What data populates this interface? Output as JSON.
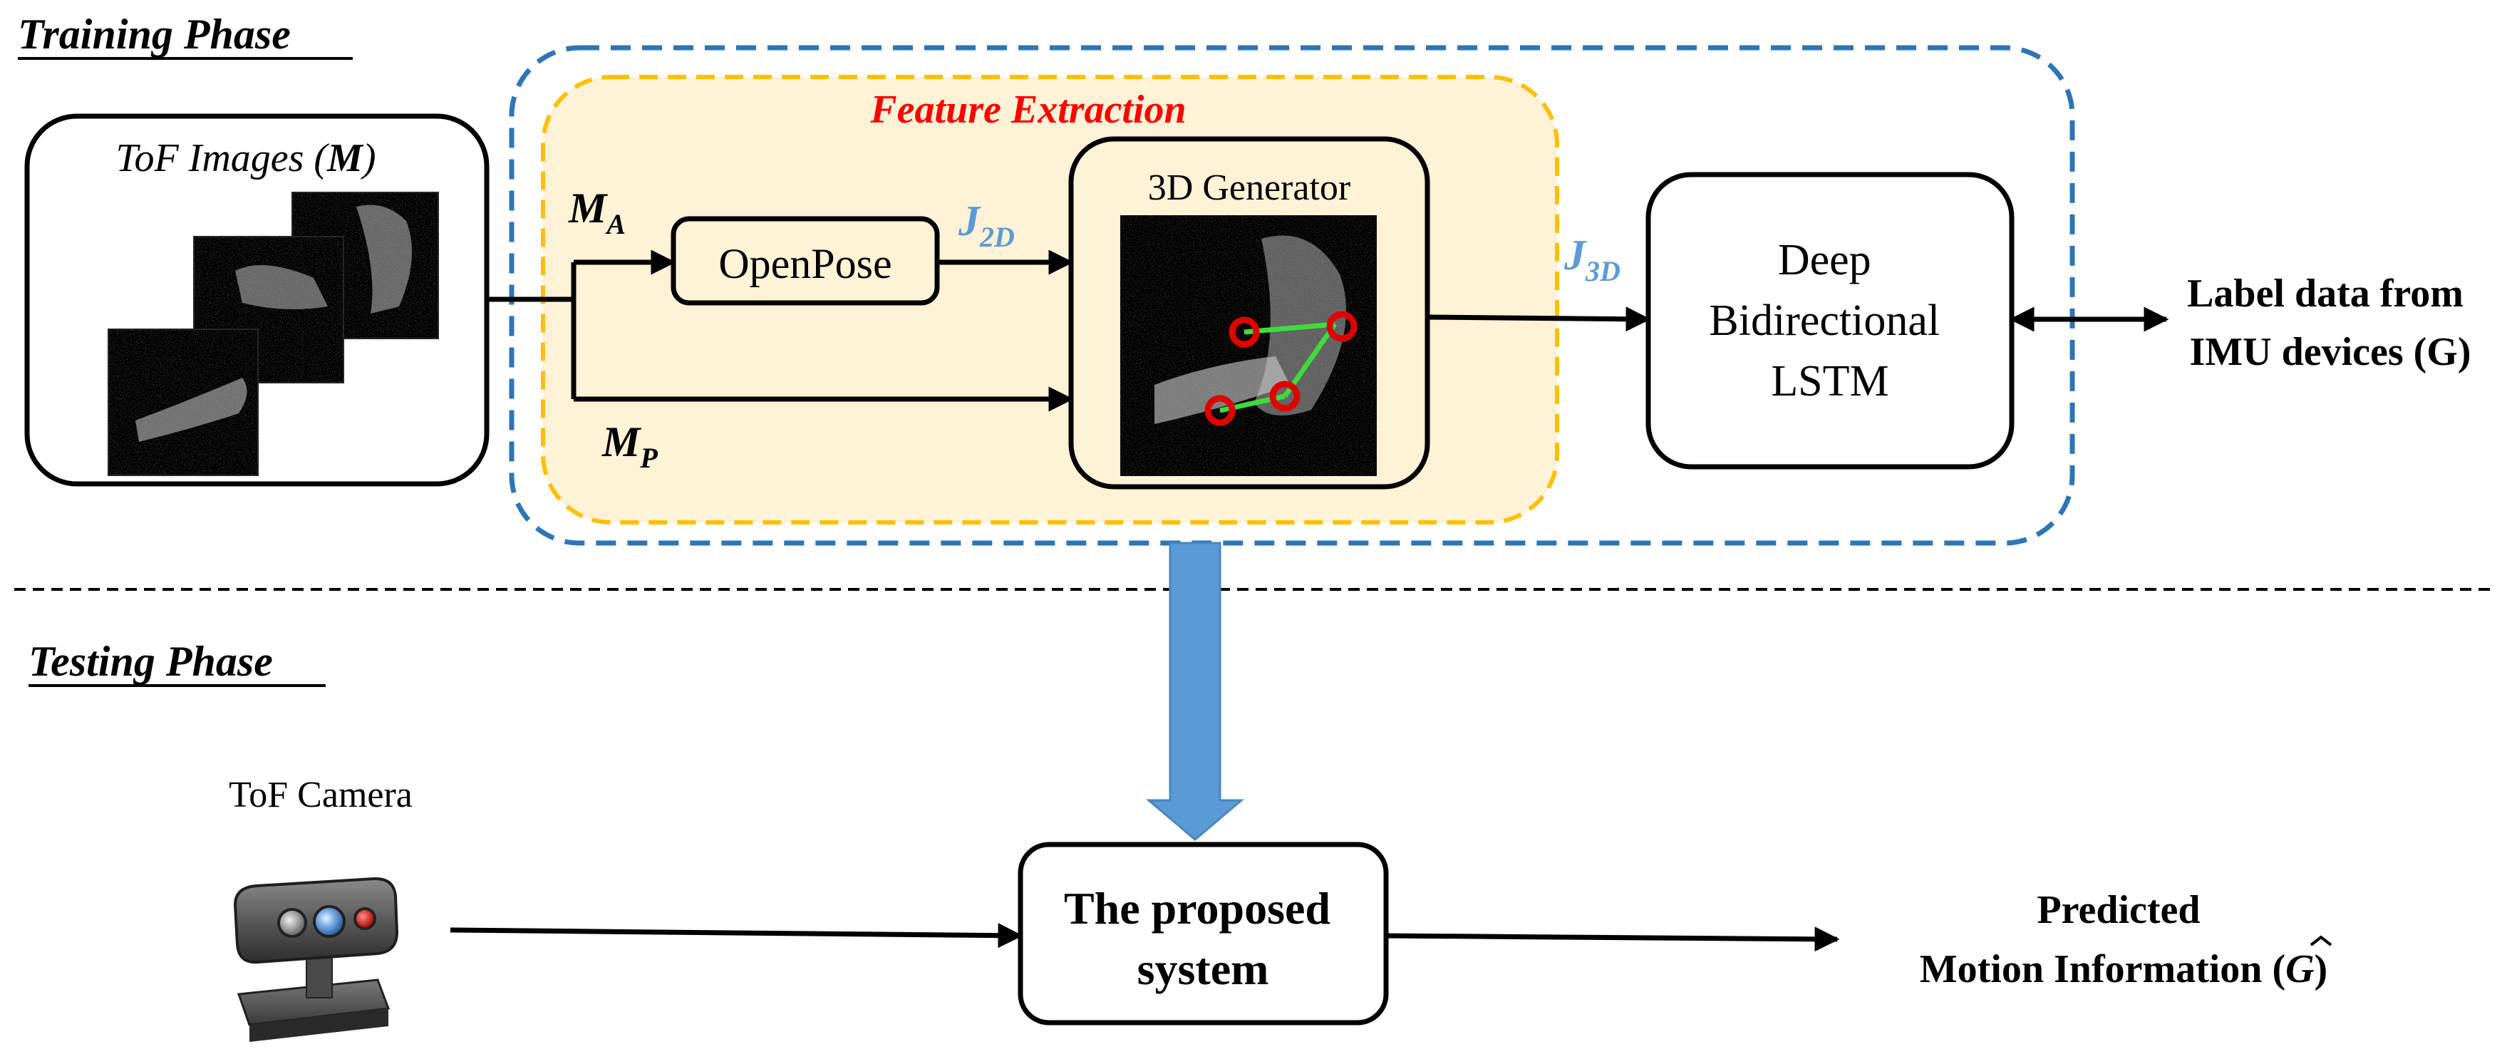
{
  "training": {
    "title": "Training Phase"
  },
  "testing": {
    "title": "Testing Phase"
  },
  "tof_images": {
    "label": "ToF Images (",
    "symbol": "M",
    "close": ")"
  },
  "feature_extraction": {
    "label": "Feature Extraction"
  },
  "openpose": {
    "label": "OpenPose"
  },
  "generator": {
    "label": "3D Generator"
  },
  "lstm": {
    "line1": "Deep",
    "line2": "Bidirectional",
    "line3": "LSTM"
  },
  "label_data": {
    "line1": "Label data from",
    "line2": "IMU devices (G)"
  },
  "signals": {
    "ma": {
      "main": "M",
      "sub": "A"
    },
    "mp": {
      "main": "M",
      "sub": "P"
    },
    "j2d": {
      "main": "J",
      "sub": "2D"
    },
    "j3d": {
      "main": "J",
      "sub": "3D"
    }
  },
  "camera": {
    "label": "ToF Camera"
  },
  "proposed": {
    "line1": "The proposed",
    "line2": "system"
  },
  "predicted": {
    "line1": "Predicted",
    "line2": "Motion Information (",
    "symbol": "G",
    "close": ")"
  },
  "colors": {
    "blue_dash": "#2E75B6",
    "yellow_dash": "#FFC000",
    "yellow_fill": "#FFF2D6",
    "red_title": "#FF0000",
    "signal_blue": "#5B9BD5",
    "big_arrow": "#5B9BD5",
    "joint_red": "#E00000",
    "bone_green": "#3DDC3D"
  }
}
